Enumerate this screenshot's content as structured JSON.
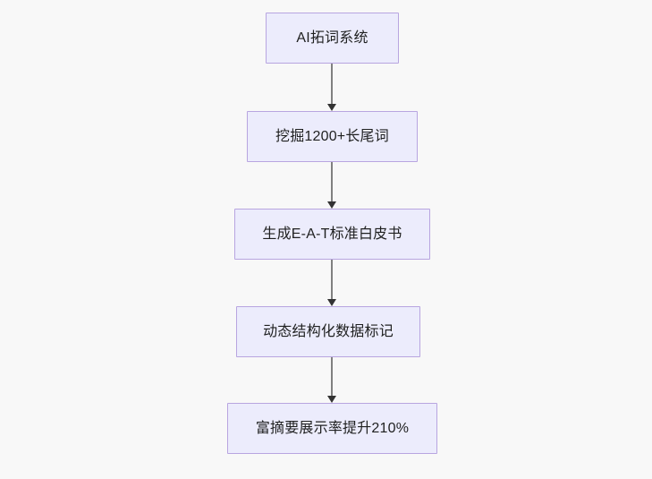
{
  "diagram": {
    "type": "flowchart",
    "direction": "top-to-bottom",
    "background_color": "#f8f8f8",
    "node_fill_color": "#ececfc",
    "node_border_color": "#b8a5e0",
    "node_text_color": "#1f2020",
    "connector_line_color": "#808080",
    "connector_arrow_color": "#333333",
    "nodes": [
      {
        "id": "node-0",
        "label": "AI拓词系统"
      },
      {
        "id": "node-1",
        "label": "挖掘1200+长尾词"
      },
      {
        "id": "node-2",
        "label": "生成E-A-T标准白皮书"
      },
      {
        "id": "node-3",
        "label": "动态结构化数据标记"
      },
      {
        "id": "node-4",
        "label": "富摘要展示率提升210%"
      }
    ],
    "edges": [
      {
        "id": "conn-0",
        "from": "node-0",
        "to": "node-1",
        "arrow": "down-arrow"
      },
      {
        "id": "conn-1",
        "from": "node-1",
        "to": "node-2",
        "arrow": "down-arrow"
      },
      {
        "id": "conn-2",
        "from": "node-2",
        "to": "node-3",
        "arrow": "down-arrow"
      },
      {
        "id": "conn-3",
        "from": "node-3",
        "to": "node-4",
        "arrow": "down-arrow"
      }
    ]
  }
}
